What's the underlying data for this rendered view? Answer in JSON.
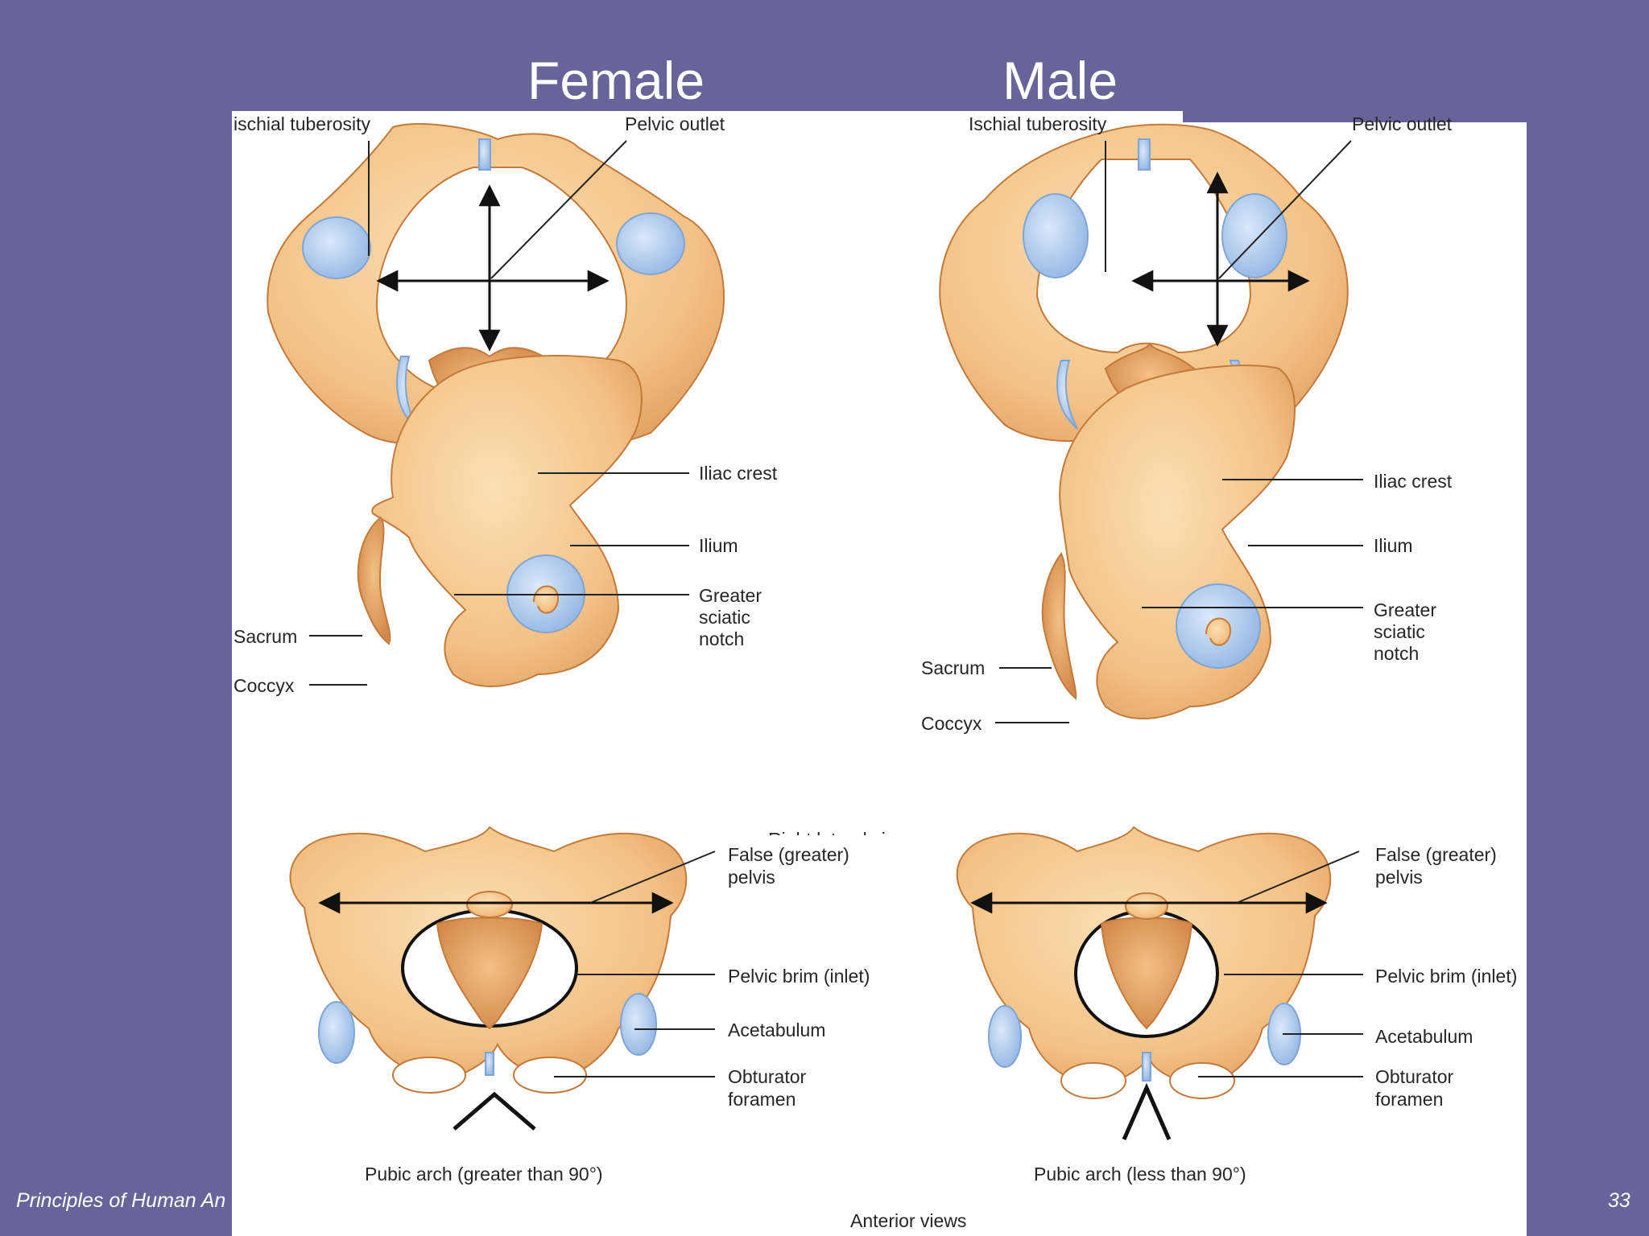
{
  "slide": {
    "title_female": "Female",
    "title_male": "Male",
    "footer": "Principles of Human An",
    "page_number": "33"
  },
  "figure": {
    "female": {
      "outlet": {
        "ischial": "ischial tuberosity",
        "outlet": "Pelvic outlet"
      },
      "lateral": {
        "iliac_crest": "Iliac crest",
        "ilium": "Ilium",
        "sciatic": [
          "Greater",
          "sciatic",
          "notch"
        ],
        "sacrum": "Sacrum",
        "coccyx": "Coccyx"
      },
      "anterior": {
        "false_pelvis": [
          "False (greater)",
          "pelvis"
        ],
        "brim": "Pelvic brim (inlet)",
        "acetabulum": "Acetabulum",
        "obturator": [
          "Obturator",
          "foramen"
        ],
        "arch": "Pubic arch (greater than 90°)"
      }
    },
    "male": {
      "outlet": {
        "ischial": "Ischial tuberosity",
        "outlet": "Pelvic outlet"
      },
      "lateral": {
        "iliac_crest": "Iliac crest",
        "ilium": "Ilium",
        "sciatic": [
          "Greater",
          "sciatic",
          "notch"
        ],
        "sacrum": "Sacrum",
        "coccyx": "Coccyx"
      },
      "anterior": {
        "false_pelvis": [
          "False (greater)",
          "pelvis"
        ],
        "brim": "Pelvic brim (inlet)",
        "acetabulum": "Acetabulum",
        "obturator": [
          "Obturator",
          "foramen"
        ],
        "arch": "Pubic arch (less than 90°)"
      }
    },
    "lateral_caption": "Right lateral views",
    "anterior_caption": "Anterior views",
    "colors": {
      "bone": "#f3c184",
      "bone_dark": "#d98a46",
      "cartilage": "#a8c8ee",
      "slide_bg": "#686499"
    }
  }
}
